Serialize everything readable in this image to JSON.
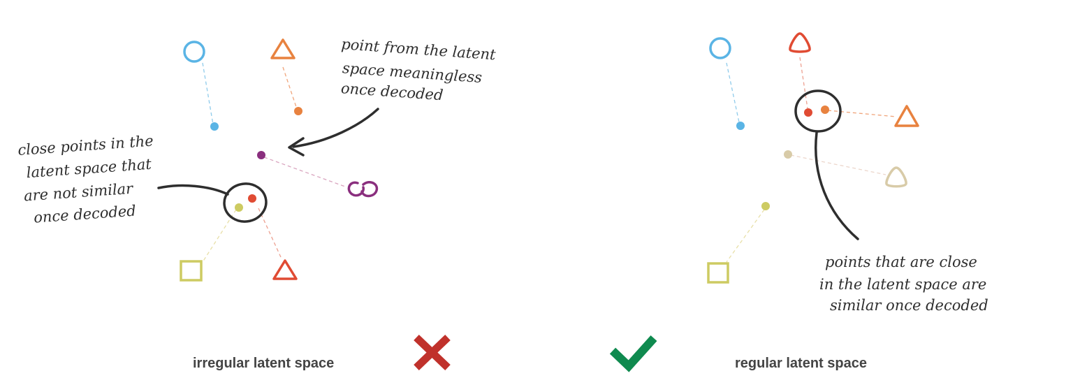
{
  "left_panel": {
    "caption": "irregular latent space",
    "annotation_meaningless": [
      "point from the latent",
      "space meaningless",
      "once decoded"
    ],
    "annotation_close": [
      "close points in the",
      "latent space that",
      "are not similar",
      "once decoded"
    ],
    "status_icon": "cross-icon"
  },
  "right_panel": {
    "caption": "regular latent space",
    "annotation_similar": [
      "points that are close",
      "in the latent space are",
      "similar once decoded"
    ],
    "status_icon": "check-icon"
  },
  "colors": {
    "blue": "#5ab4e5",
    "orange": "#e8823f",
    "purple": "#8a2f7e",
    "red": "#e04b33",
    "yellow_green": "#cdcb62",
    "beige": "#d8cba8",
    "cross_red": "#c0312b",
    "check_green": "#0f8a4f",
    "ink": "#2e2e2e"
  },
  "shapes_left": [
    "circle",
    "triangle",
    "overlapping-loops",
    "square",
    "triangle"
  ],
  "shapes_right": [
    "circle",
    "triangle",
    "triangle",
    "triangle",
    "square"
  ]
}
